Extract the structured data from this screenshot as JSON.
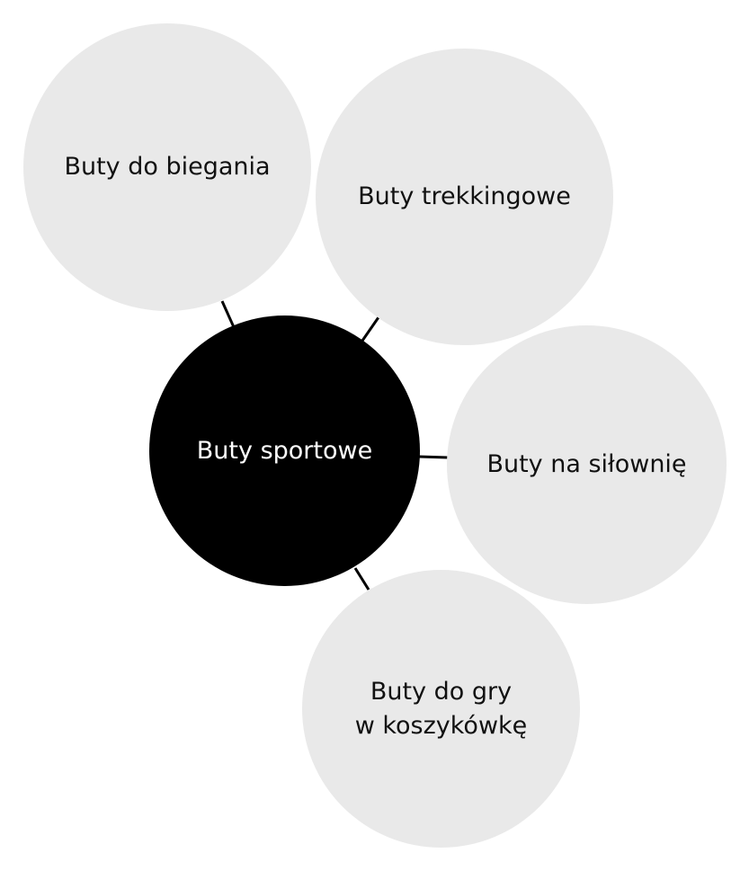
{
  "diagram": {
    "type": "mind-map",
    "colors": {
      "center_fill": "#000000",
      "center_text": "#ffffff",
      "leaf_fill": "#e9e9e9",
      "leaf_text": "#111111",
      "connector": "#000000"
    },
    "center": {
      "label": "Buty sportowe"
    },
    "nodes": [
      {
        "label": "Buty do biegania"
      },
      {
        "label": "Buty trekkingowe"
      },
      {
        "label": "Buty na siłownię"
      },
      {
        "label": "Buty do gry\nw koszykówkę"
      }
    ]
  }
}
